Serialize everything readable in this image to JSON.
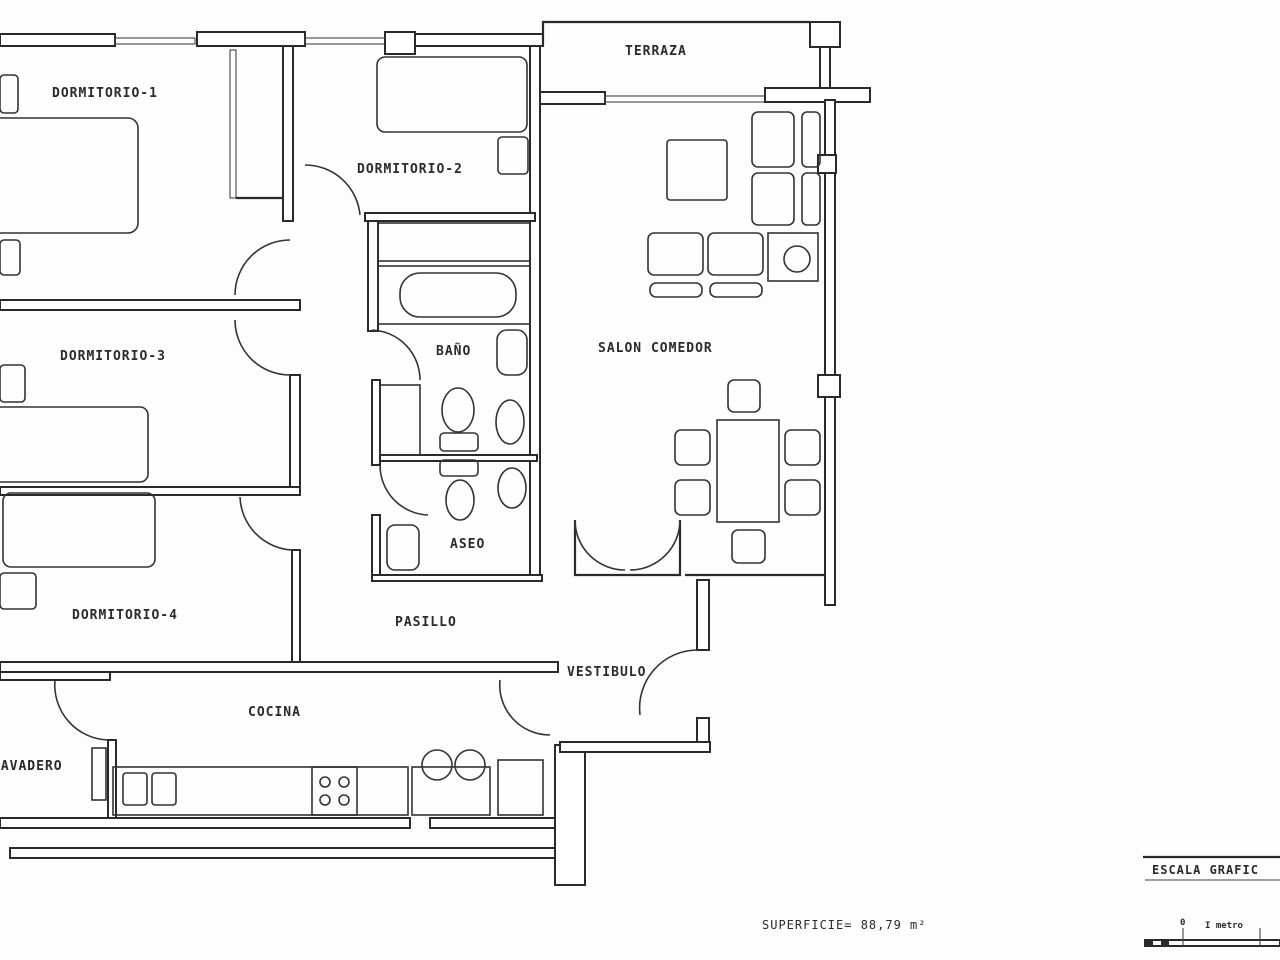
{
  "rooms": {
    "dormitorio_1": "DORMITORIO-1",
    "dormitorio_2": "DORMITORIO-2",
    "dormitorio_3": "DORMITORIO-3",
    "dormitorio_4": "DORMITORIO-4",
    "terraza": "TERRAZA",
    "bano": "BAÑO",
    "aseo": "ASEO",
    "salon_comedor": "SALON COMEDOR",
    "pasillo": "PASILLO",
    "vestibulo": "VESTIBULO",
    "cocina": "COCINA",
    "lavadero": "LAVADERO"
  },
  "surface": "SUPERFICIE= 88,79 m²",
  "scale": {
    "title": "ESCALA GRAFIC",
    "zero": "0",
    "unit": "I metro"
  },
  "colors": {
    "ink": "#2a2a2a",
    "paper": "#fdfdfd"
  }
}
